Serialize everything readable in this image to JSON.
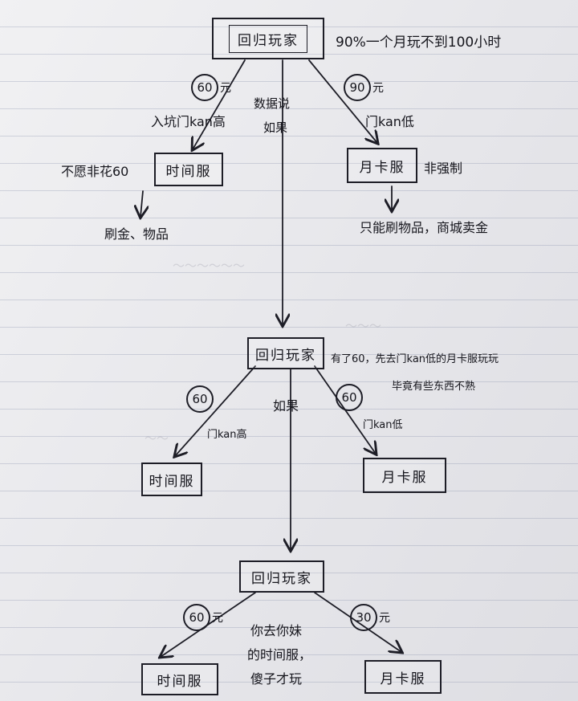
{
  "level1": {
    "root": "回归玩家",
    "root_note": "90%一个月玩不到100小时",
    "left_price": "60",
    "left_unit": "元",
    "left_edge_label": "入坑门kan高",
    "middle_label_1": "数据说",
    "middle_label_2": "如果",
    "right_price": "90",
    "right_unit": "元",
    "right_edge_label": "门kan低",
    "left_box": "时间服",
    "left_box_note": "不愿非花60",
    "left_result": "刷金、物品",
    "right_box": "月卡服",
    "right_box_note": "非强制",
    "right_result": "只能刷物品，商城卖金"
  },
  "level2": {
    "root": "回归玩家",
    "root_note_1": "有了60，先去门kan低的月卡服玩玩",
    "root_note_2": "毕竟有些东西不熟",
    "middle_label": "如果",
    "left_price": "60",
    "left_edge_label": "门kan高",
    "right_price": "60",
    "right_edge_label": "门kan低",
    "left_box": "时间服",
    "right_box": "月卡服"
  },
  "level3": {
    "root": "回归玩家",
    "left_price": "60",
    "left_unit": "元",
    "right_price": "30",
    "right_unit": "元",
    "middle_note_1": "你去你妹",
    "middle_note_2": "的时间服，",
    "middle_note_3": "傻子才玩",
    "left_box": "时间服",
    "right_box": "月卡服"
  }
}
